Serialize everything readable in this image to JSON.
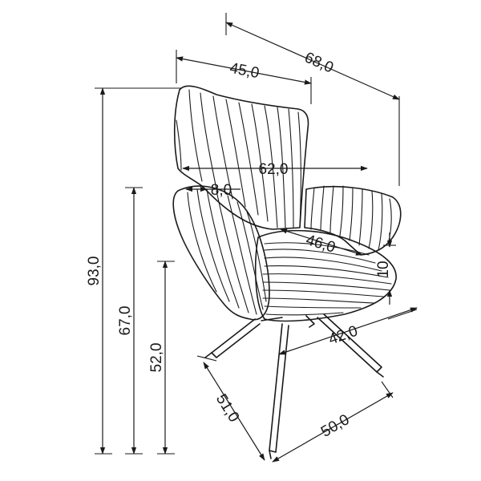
{
  "dimensions": {
    "overall_depth": "68,0",
    "back_width": "45,0",
    "overall_width": "62,0",
    "armrest_width": "8,0",
    "seat_width": "46,0",
    "seat_thickness": "10",
    "seat_depth": "42,0",
    "base_depth": "51,0",
    "base_width": "50,0",
    "total_height": "93,0",
    "armrest_height": "67,0",
    "seat_height": "52,0"
  }
}
